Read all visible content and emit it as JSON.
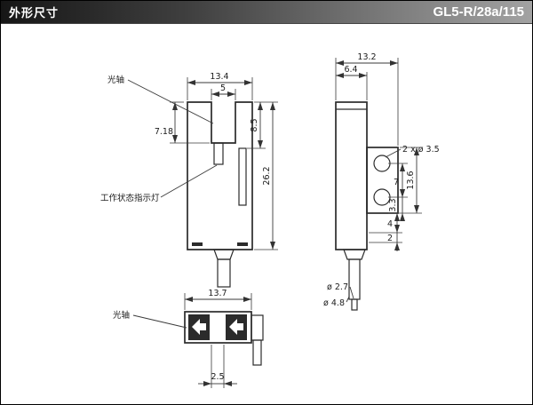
{
  "header": {
    "title": "外形尺寸",
    "part": "GL5-R/28a/115"
  },
  "front": {
    "optical_axis": "光轴",
    "indicator": "工作状态指示灯",
    "w": "13.4",
    "slot": "5",
    "slot_depth": "7.18",
    "arm": "8.5",
    "h": "26.2"
  },
  "side": {
    "w": "13.2",
    "body_w": "6.4",
    "holes": "2 x ø 3.5",
    "pitch": "7",
    "flange_h": "13.6",
    "d1": "3.3",
    "d2": "4",
    "d3": "2",
    "cable_core": "ø 2.7",
    "cable_od": "ø 4.8"
  },
  "bottom": {
    "optical_axis": "光轴",
    "w": "13.7",
    "d": "2.5"
  }
}
